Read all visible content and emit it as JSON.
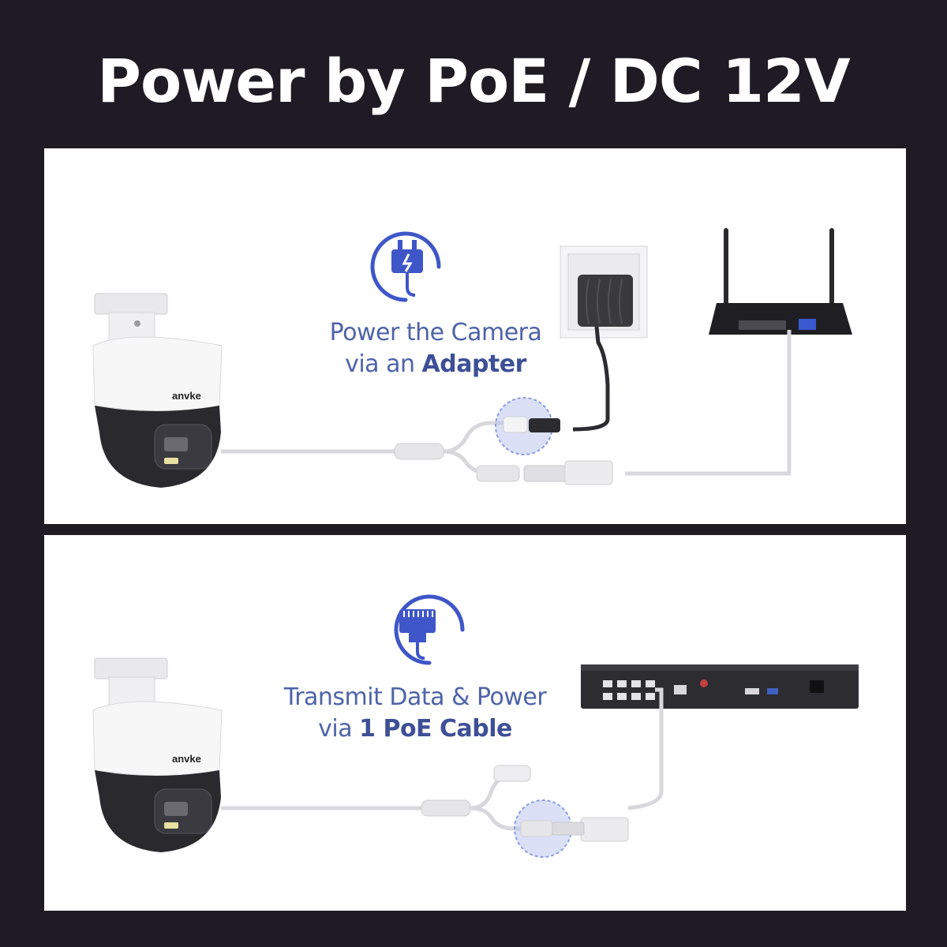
{
  "title": "Power by PoE / DC 12V",
  "colors": {
    "background": "#1e1b24",
    "panel": "#ffffff",
    "accent": "#3f56c8",
    "text_accent": "#4e63a8"
  },
  "top_panel": {
    "icon": "power-plug-icon",
    "caption_line1": "Power the Camera",
    "caption_line2_prefix": "via an ",
    "caption_line2_bold": "Adapter",
    "camera_brand": "anvke"
  },
  "bottom_panel": {
    "icon": "ethernet-connector-icon",
    "caption_line1": "Transmit Data & Power",
    "caption_line2_prefix": "via ",
    "caption_line2_bold": "1 PoE Cable",
    "camera_brand": "anvke"
  }
}
